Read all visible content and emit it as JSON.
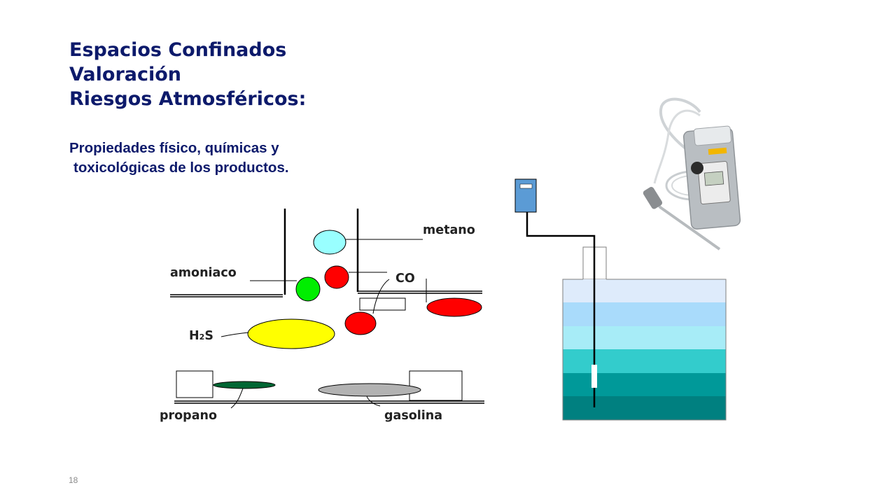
{
  "title": {
    "line1": "Espacios Confinados",
    "line2": "Valoración",
    "line3": "Riesgos Atmosféricos:"
  },
  "subtitle": {
    "line1": "Propiedades físico, químicas y",
    "line2": "toxicológicas de los productos."
  },
  "labels": {
    "metano": "metano",
    "amoniaco": "amoniaco",
    "co": "CO",
    "h2s_h": "H",
    "h2s_sub": "2",
    "h2s_s": "S",
    "propano": "propano",
    "gasolina": "gasolina"
  },
  "colors": {
    "title": "#0d1a6b",
    "metano": "#99ffff",
    "amoniaco": "#00ee00",
    "co": "#ff0000",
    "h2s": "#ffff00",
    "propano": "#006633",
    "gasolina": "#b2b2b2",
    "meter": "#5b9bd5"
  },
  "page_number": "18"
}
